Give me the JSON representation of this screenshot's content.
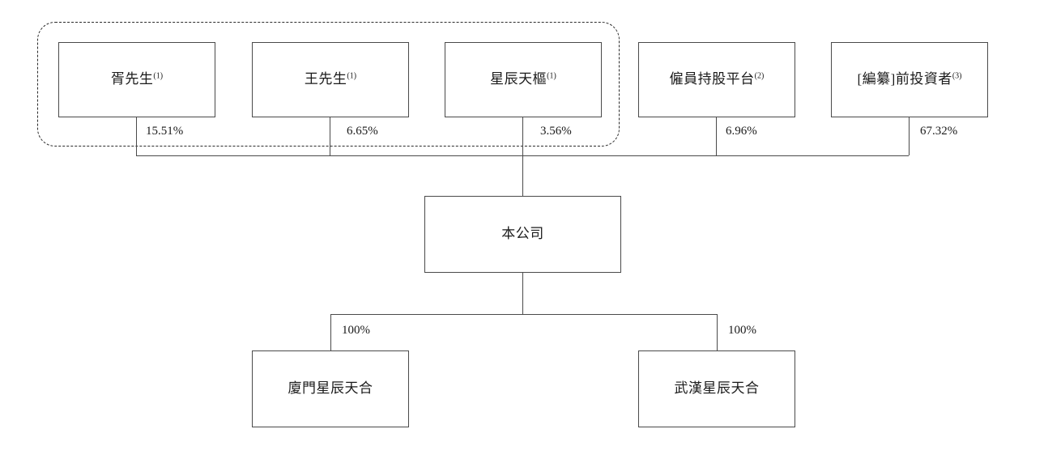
{
  "diagram": {
    "type": "org-ownership-chart",
    "title": "",
    "shareholders": [
      {
        "id": "xu-sir",
        "label": "胥先生",
        "footnote": "(1)",
        "ownership": "15.51%",
        "in_dashed_group": true
      },
      {
        "id": "wang-sir",
        "label": "王先生",
        "footnote": "(1)",
        "ownership": "6.65%",
        "in_dashed_group": true
      },
      {
        "id": "xingchen-tianshu",
        "label": "星辰天樞",
        "footnote": "(1)",
        "ownership": "3.56%",
        "in_dashed_group": true
      },
      {
        "id": "employee-platform",
        "label": "僱員持股平台",
        "footnote": "(2)",
        "ownership": "6.96%",
        "in_dashed_group": false
      },
      {
        "id": "pre-ipo-investors",
        "label": "[編纂]前投資者",
        "footnote": "(3)",
        "ownership": "67.32%",
        "in_dashed_group": false
      }
    ],
    "company": {
      "id": "the-company",
      "label": "本公司",
      "footnote": ""
    },
    "subsidiaries": [
      {
        "id": "xiamen-xingchen-tianhe",
        "label": "廈門星辰天合",
        "footnote": "",
        "ownership": "100%"
      },
      {
        "id": "wuhan-xingchen-tianhe",
        "label": "武漢星辰天合",
        "footnote": "",
        "ownership": "100%"
      }
    ],
    "colors": {
      "box_border": "#4a4a4a",
      "connector": "#4a4a4a",
      "dashed_group_border": "#2b2b2b",
      "text": "#1a1a1a",
      "background": "#ffffff"
    }
  }
}
